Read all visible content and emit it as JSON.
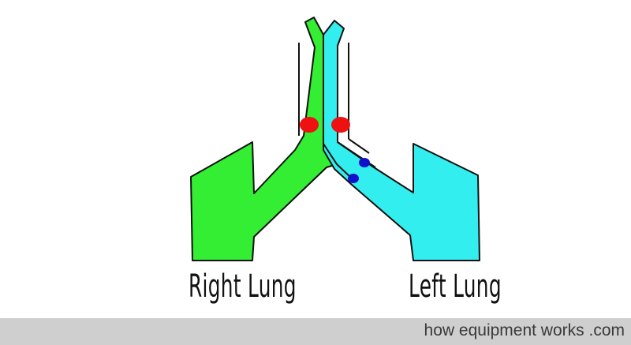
{
  "labels": {
    "right_lung": "Right Lung",
    "left_lung": "Left Lung"
  },
  "footer": {
    "text": "how equipment works .com"
  },
  "colors": {
    "right_lumen": "#33ee33",
    "left_lumen": "#33eeee",
    "tracheal_cuff": "#ee1111",
    "bronchial_cuff": "#1111cc",
    "outline": "#111111",
    "footer_bg": "#cfcfcf"
  }
}
